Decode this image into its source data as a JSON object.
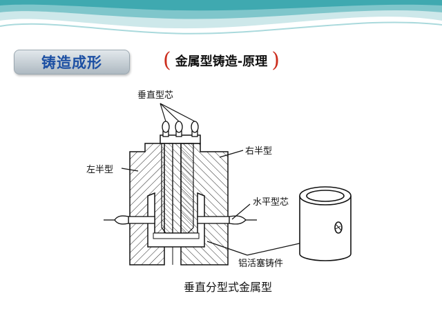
{
  "slide": {
    "section_tag": "铸造成形",
    "heading_open": "(",
    "heading": "金属型铸造-原理",
    "heading_close": ")"
  },
  "colors": {
    "accent_blue": "#1c4fa3",
    "band_light": "#cde8ea",
    "band_teal": "#3fa9b0",
    "bracket_red": "#cc2e1e"
  },
  "diagram": {
    "labels": {
      "vertical_core": "垂直型芯",
      "right_half": "右半型",
      "left_half": "左半型",
      "horizontal_core": "水平型芯",
      "casting": "铝活塞铸件"
    },
    "caption": "垂直分型式金属型"
  }
}
